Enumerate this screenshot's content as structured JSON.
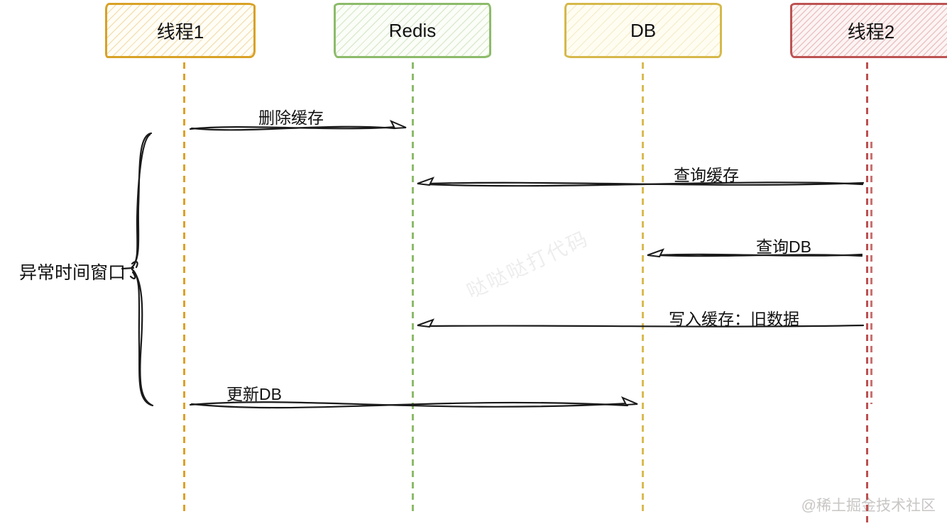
{
  "diagram": {
    "title_hint": "cache-db-inconsistency-sequence",
    "actors": [
      {
        "id": "thread1",
        "label": "线程1",
        "color": "#d9a125"
      },
      {
        "id": "redis",
        "label": "Redis",
        "color": "#8cbb6a"
      },
      {
        "id": "db",
        "label": "DB",
        "color": "#d6b84a"
      },
      {
        "id": "thread2",
        "label": "线程2",
        "color": "#bd5252"
      }
    ],
    "messages": [
      {
        "label": "删除缓存",
        "from": "线程1",
        "to": "Redis"
      },
      {
        "label": "查询缓存",
        "from": "线程2",
        "to": "Redis"
      },
      {
        "label": "查询DB",
        "from": "线程2",
        "to": "DB"
      },
      {
        "label": "写入缓存：旧数据",
        "from": "线程2",
        "to": "Redis"
      },
      {
        "label": "更新DB",
        "from": "线程1",
        "to": "DB"
      }
    ],
    "annotation": {
      "label": "异常时间窗口"
    },
    "watermark": "哒哒哒打代码",
    "credit": "@稀土掘金技术社区",
    "line_color": "#1a1a1a"
  }
}
